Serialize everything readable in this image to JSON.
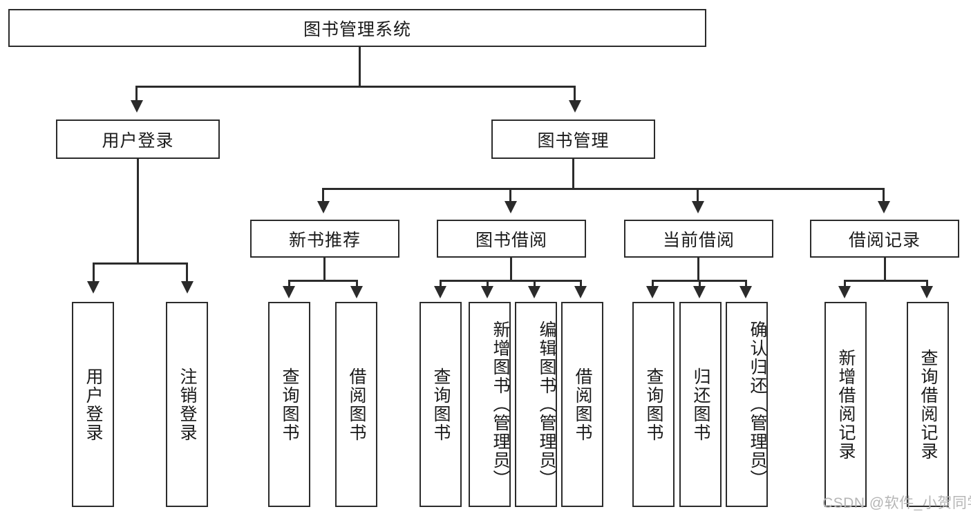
{
  "diagram": {
    "type": "tree-hierarchy",
    "title": "图书管理系统",
    "root": {
      "label": "图书管理系统",
      "children": [
        {
          "label": "用户登录",
          "children": [
            {
              "label": "用户登录"
            },
            {
              "label": "注销登录"
            }
          ]
        },
        {
          "label": "图书管理",
          "children": [
            {
              "label": "新书推荐",
              "children": [
                {
                  "label": "查询图书"
                },
                {
                  "label": "借阅图书"
                }
              ]
            },
            {
              "label": "图书借阅",
              "children": [
                {
                  "label": "查询图书"
                },
                {
                  "label": "新增图书（管理员）"
                },
                {
                  "label": "编辑图书（管理员）"
                },
                {
                  "label": "借阅图书"
                }
              ]
            },
            {
              "label": "当前借阅",
              "children": [
                {
                  "label": "查询图书"
                },
                {
                  "label": "归还图书"
                },
                {
                  "label": "确认归还（管理员）"
                }
              ]
            },
            {
              "label": "借阅记录",
              "children": [
                {
                  "label": "新增借阅记录"
                },
                {
                  "label": "查询借阅记录"
                }
              ]
            }
          ]
        }
      ]
    },
    "nodes": {
      "root_title": "图书管理系统",
      "l1_user_login": "用户登录",
      "l1_book_manage": "图书管理",
      "l2_new_book_rec": "新书推荐",
      "l2_book_borrow": "图书借阅",
      "l2_current_borrow": "当前借阅",
      "l2_borrow_record": "借阅记录",
      "leaf_user_login": "用户登录",
      "leaf_logout": "注销登录",
      "leaf_query_book_1": "查询图书",
      "leaf_borrow_book_1": "借阅图书",
      "leaf_query_book_2": "查询图书",
      "leaf_add_book_admin": "新增图书（管理员）",
      "leaf_edit_book_admin": "编辑图书（管理员）",
      "leaf_borrow_book_2": "借阅图书",
      "leaf_query_book_3": "查询图书",
      "leaf_return_book": "归还图书",
      "leaf_confirm_return_admin": "确认归还（管理员）",
      "leaf_add_record": "新增借阅记录",
      "leaf_query_record": "查询借阅记录"
    },
    "colors": {
      "stroke": "#2b2b2b",
      "fill": "#ffffff",
      "text": "#1a1a1a",
      "watermark": "#b5b5b5"
    },
    "watermark": "CSDN @软件_小贺同学"
  }
}
